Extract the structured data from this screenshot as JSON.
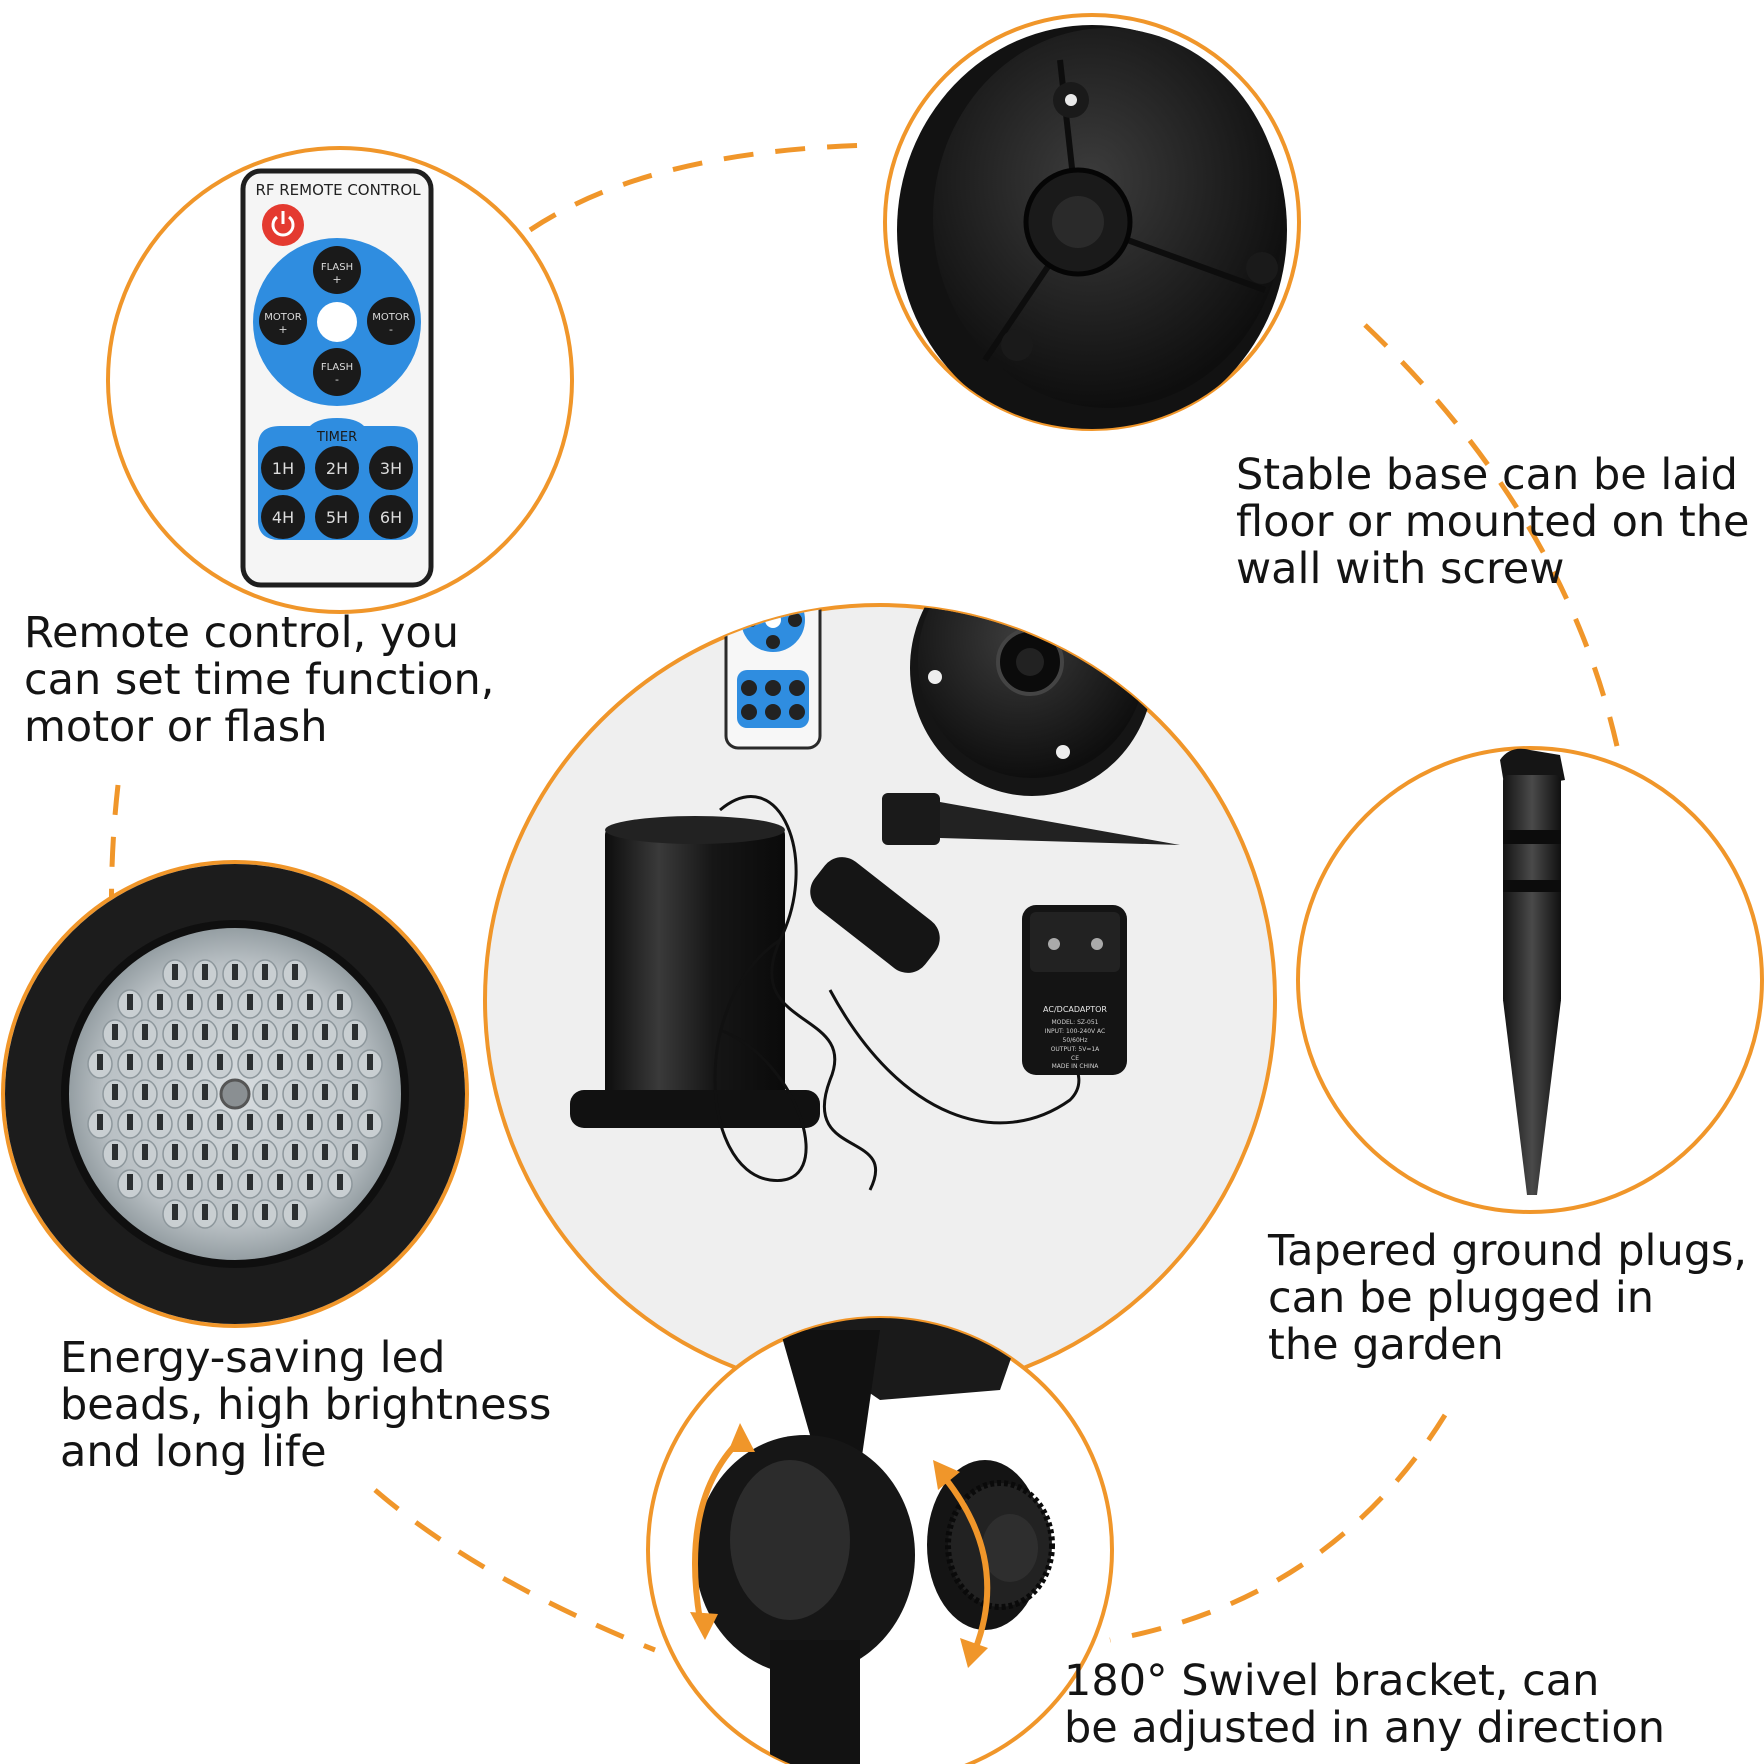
{
  "colors": {
    "accent": "#f0962a",
    "remote_blue": "#2f8de0",
    "power_red": "#e43a30",
    "plastic": "#1b1b1b"
  },
  "remote": {
    "header": "RF REMOTE CONTROL",
    "dpad": {
      "up": "FLASH",
      "up_sign": "+",
      "down": "FLASH",
      "down_sign": "-",
      "left": "MOTOR",
      "left_sign": "+",
      "right": "MOTOR",
      "right_sign": "-"
    },
    "timer_label": "TIMER",
    "timer_buttons": [
      "1H",
      "2H",
      "3H",
      "4H",
      "5H",
      "6H"
    ]
  },
  "adapter": {
    "title": "AC/DCADAPTOR",
    "lines": [
      "MODEL: SZ-051",
      "INPUT: 100-240V AC",
      "50/60Hz",
      "OUTPUT: 5V=1A",
      "CE",
      "MADE IN CHINA"
    ]
  },
  "captions": {
    "remote": [
      "Remote control, you",
      "can set time function,",
      "motor or flash"
    ],
    "base": [
      "Stable base can be laid",
      "floor or mounted on the",
      "wall with screw"
    ],
    "led": [
      "Energy-saving led",
      "beads, high brightness",
      "and long life"
    ],
    "plug": [
      "Tapered ground plugs,",
      "can be plugged in",
      "the garden"
    ],
    "swivel": [
      "180° Swivel bracket, can",
      "be adjusted in any direction"
    ]
  }
}
